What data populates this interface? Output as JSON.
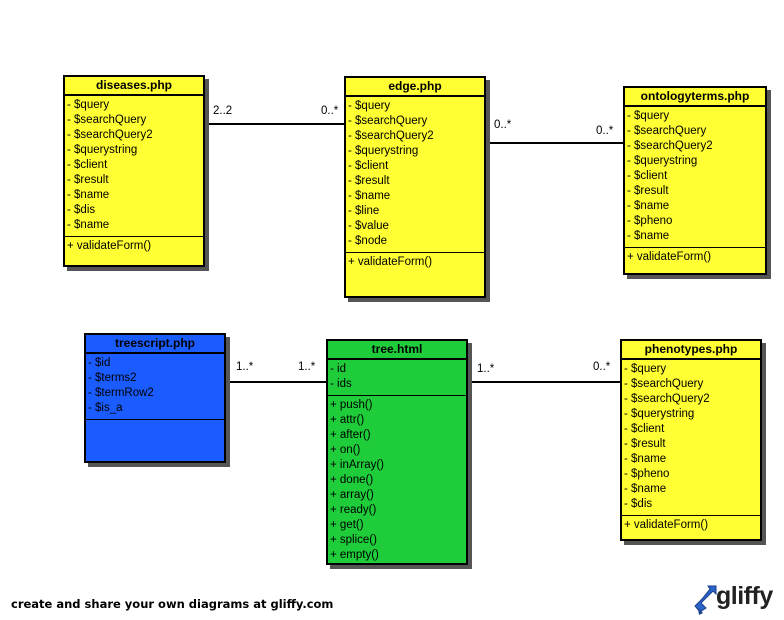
{
  "classes": {
    "diseases": {
      "name": "diseases.php",
      "attributes": [
        "- $query",
        "- $searchQuery",
        "- $searchQuery2",
        "- $querystring",
        "- $client",
        "- $result",
        "- $name",
        "- $dis",
        "- $name"
      ],
      "operations": [
        "+ validateForm()"
      ]
    },
    "edge": {
      "name": "edge.php",
      "attributes": [
        "- $query",
        "- $searchQuery",
        "- $searchQuery2",
        "- $querystring",
        "- $client",
        "- $result",
        "- $name",
        "- $line",
        "- $value",
        "- $node"
      ],
      "operations": [
        "+ validateForm()"
      ]
    },
    "ontologyterms": {
      "name": "ontologyterms.php",
      "attributes": [
        "- $query",
        "- $searchQuery",
        "- $searchQuery2",
        "- $querystring",
        "- $client",
        "- $result",
        "- $name",
        "- $pheno",
        "- $name"
      ],
      "operations": [
        "+ validateForm()"
      ]
    },
    "treescript": {
      "name": "treescript.php",
      "attributes": [
        "- $id",
        "- $terms2",
        "- $termRow2",
        "- $is_a"
      ],
      "operations": []
    },
    "tree": {
      "name": "tree.html",
      "attributes": [
        "- id",
        "- ids"
      ],
      "operations": [
        "+ push()",
        "+ attr()",
        "+ after()",
        "+ on()",
        "+ inArray()",
        "+ done()",
        "+ array()",
        "+ ready()",
        "+ get()",
        "+ splice()",
        "+ empty()"
      ]
    },
    "phenotypes": {
      "name": "phenotypes.php",
      "attributes": [
        "- $query",
        "- $searchQuery",
        "- $searchQuery2",
        "- $querystring",
        "- $client",
        "- $result",
        "- $name",
        "- $pheno",
        "- $name",
        "- $dis"
      ],
      "operations": [
        "+ validateForm()"
      ]
    }
  },
  "multiplicities": {
    "diseases_edge_a": "2..2",
    "diseases_edge_b": "0..*",
    "edge_onto_a": "0..*",
    "edge_onto_b": "0..*",
    "tree_script_a": "1..*",
    "tree_script_b": "1..*",
    "tree_pheno_a": "1..*",
    "tree_pheno_b": "0..*"
  },
  "footer": "create and share your own diagrams at gliffy.com",
  "logo": "gliffy",
  "colors": {
    "yellow": "#ffff33",
    "blue": "#1a5cff",
    "green": "#1fcc3a"
  }
}
